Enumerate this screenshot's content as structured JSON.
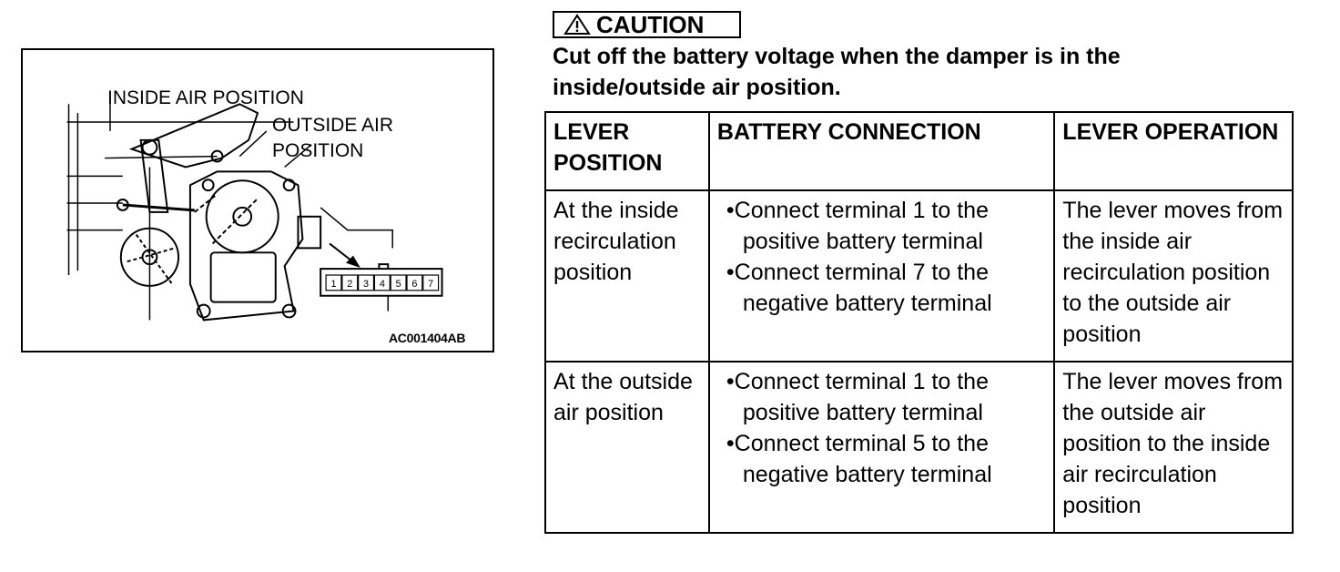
{
  "figure": {
    "label_inside": "INSIDE AIR POSITION",
    "label_outside_1": "OUTSIDE AIR",
    "label_outside_2": "POSITION",
    "connector_pins": [
      "1",
      "2",
      "3",
      "4",
      "5",
      "6",
      "7"
    ],
    "code": "AC001404AB"
  },
  "caution": {
    "badge": "CAUTION",
    "text": "Cut off the battery voltage when the damper is in the inside/outside air position."
  },
  "table": {
    "headers": [
      "LEVER POSITION",
      "BATTERY CONNECTION",
      "LEVER OPERATION"
    ],
    "rows": [
      {
        "position": "At the inside recirculation position",
        "connections": [
          "•Connect terminal 1 to the positive battery terminal",
          "•Connect terminal 7 to the negative battery terminal"
        ],
        "operation": "The lever moves from the inside air recirculation position to the outside air position"
      },
      {
        "position": "At the outside air position",
        "connections": [
          "•Connect terminal 1 to the positive battery terminal",
          "•Connect terminal 5 to the negative battery terminal"
        ],
        "operation": "The lever moves from the outside air position to the inside air recirculation position"
      }
    ]
  }
}
